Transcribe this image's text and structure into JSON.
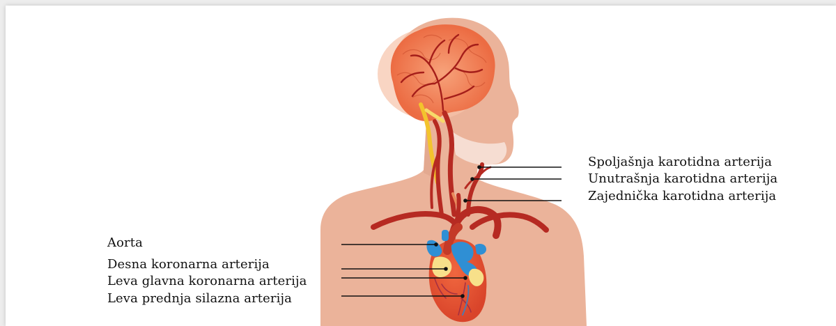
{
  "labels": {
    "external_carotid": "Spoljašnja karotidna arterija",
    "internal_carotid": "Unutrašnja karotidna arterija",
    "common_carotid": "Zajednička karotidna arterija",
    "aorta": "Aorta",
    "right_coronary": "Desna koronarna arterija",
    "left_main_coronary": "Leva glavna koronarna arterija",
    "left_anterior_descending": "Leva prednja silazna arterija"
  },
  "colors": {
    "skin": "#ebb39a",
    "skin_light": "#f1c9b6",
    "artery": "#b62a22",
    "brain": "#ef7a4e",
    "vein_blue": "#2f8fd4",
    "fat_yellow": "#f7e08a",
    "nerve_yellow": "#f3c32d",
    "leader_line": "#111111"
  }
}
